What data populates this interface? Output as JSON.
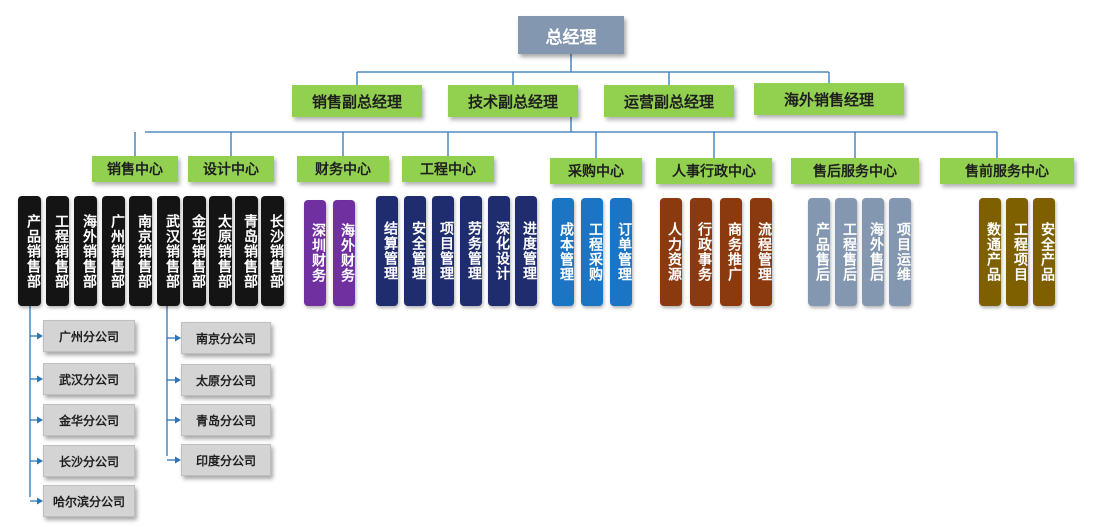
{
  "root": {
    "label": "总经理"
  },
  "vps": [
    {
      "label": "销售副总经理"
    },
    {
      "label": "技术副总经理"
    },
    {
      "label": "运营副总经理"
    },
    {
      "label": "海外销售经理"
    }
  ],
  "centers": [
    {
      "label": "销售中心",
      "color": "#141414",
      "depts": [
        "产品销售部",
        "工程销售部",
        "海外销售部",
        "广州销售部",
        "南京销售部",
        "武汉销售部",
        "金华销售部",
        "太原销售部",
        "青岛销售部",
        "长沙销售部"
      ]
    },
    {
      "label": "设计中心",
      "color": "#141414",
      "depts": []
    },
    {
      "label": "财务中心",
      "color": "#7030a0",
      "depts": [
        "深圳财务",
        "海外财务"
      ]
    },
    {
      "label": "工程中心",
      "color": "#1f2d6e",
      "depts": [
        "结算管理",
        "安全管理",
        "项目管理",
        "劳务管理",
        "深化设计",
        "进度管理"
      ]
    },
    {
      "label": "采购中心",
      "color": "#1b75c4",
      "depts": [
        "成本管理",
        "工程采购",
        "订单管理"
      ]
    },
    {
      "label": "人事行政中心",
      "color": "#8b3a10",
      "depts": [
        "人力资源",
        "行政事务",
        "商务推广",
        "流程管理"
      ]
    },
    {
      "label": "售后服务中心",
      "color": "#8497b0",
      "depts": [
        "产品售后",
        "工程售后",
        "海外售后",
        "项目运维"
      ]
    },
    {
      "label": "售前服务中心",
      "color": "#7f6000",
      "depts": [
        "数通产品",
        "工程项目",
        "安全产品"
      ]
    }
  ],
  "branches_a": [
    "广州分公司",
    "武汉分公司",
    "金华分公司",
    "长沙分公司",
    "哈尔滨分公司"
  ],
  "branches_b": [
    "南京分公司",
    "太原分公司",
    "青岛分公司",
    "印度分公司"
  ],
  "line_color": "#2e75b6"
}
